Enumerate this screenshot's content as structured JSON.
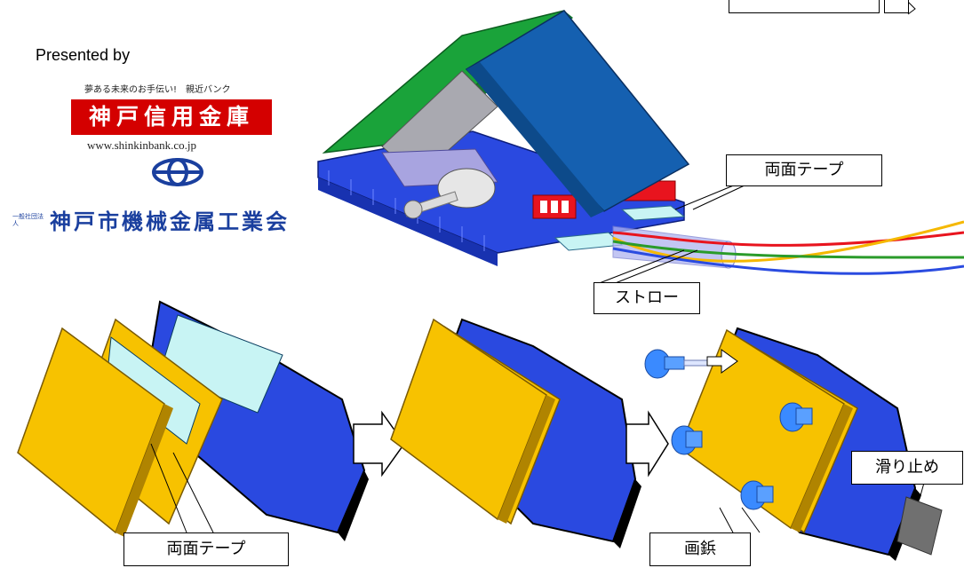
{
  "sponsor": {
    "presented_by": "Presented by",
    "bank_tagline": "夢ある未来のお手伝い!　親近バンク",
    "bank_name": "神戸信用金庫",
    "bank_url": "www.shinkinbank.co.jp",
    "association_prefix": "一般社団法人",
    "association_name": "神戸市機械金属工業会"
  },
  "labels": {
    "double_sided_tape_top": "両面テープ",
    "straw": "ストロー",
    "double_sided_tape_bottom": "両面テープ",
    "thumbtack": "画鋲",
    "anti_slip": "滑り止め"
  },
  "colors": {
    "base_blue": "#2a49e0",
    "roof_blue": "#1560b0",
    "roof_green": "#1aa33a",
    "plate_yellow": "#f7c200",
    "tape_cyan": "#c8f4f4",
    "wire_red": "#e8141e",
    "wire_yellow": "#f5b800",
    "wire_green": "#2a9b2a",
    "wire_blue": "#2a4be0",
    "bank_red": "#d40000",
    "assoc_blue": "#1a3f9e"
  }
}
